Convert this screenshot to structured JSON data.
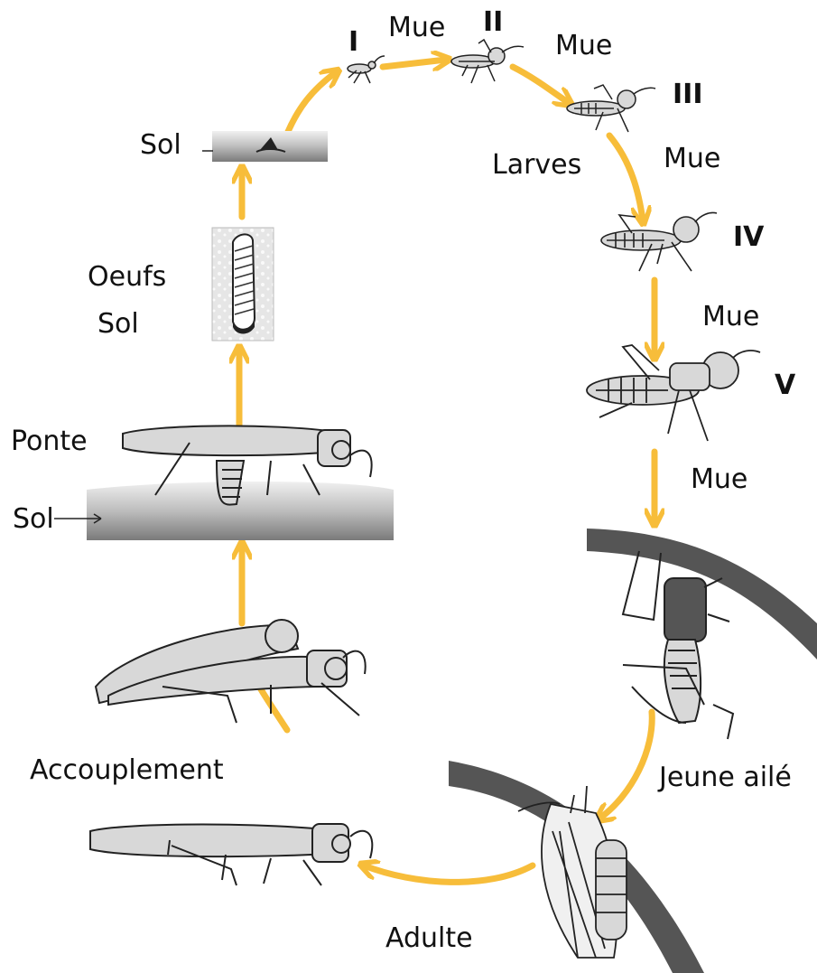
{
  "diagram": {
    "accent_color": "#f7bd3a",
    "insect_fill": "#d8d8d8",
    "insect_stroke": "#222222",
    "stem_color": "#555555",
    "stages": {
      "I": "I",
      "II": "II",
      "III": "III",
      "IV": "IV",
      "V": "V"
    },
    "labels": {
      "mue_1": "Mue",
      "mue_2": "Mue",
      "mue_3": "Mue",
      "mue_4": "Mue",
      "mue_5": "Mue",
      "larves": "Larves",
      "sol_top": "Sol",
      "oeufs": "Oeufs",
      "sol_oeufs": "Sol",
      "ponte": "Ponte",
      "sol_ponte": "Sol",
      "accouplement": "Accouplement",
      "adulte": "Adulte",
      "jeune_aile": "Jeune ailé"
    }
  }
}
